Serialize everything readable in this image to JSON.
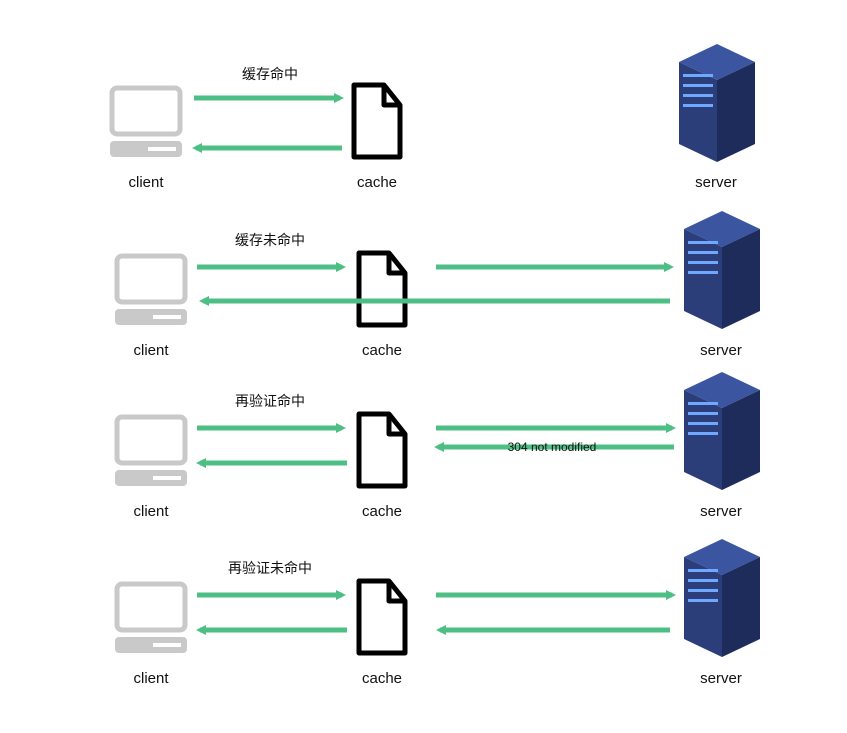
{
  "colors": {
    "arrow": "#4dbf85",
    "client_body": "#c9c9c9",
    "client_screen": "#ffffff",
    "cache_stroke": "#000000",
    "server_front": "#2c3e7a",
    "server_side": "#1e2c5c",
    "server_top": "#3b55a0",
    "server_light": "#6fa8ff"
  },
  "icons": {
    "client": "desktop-computer-icon",
    "cache": "document-file-icon",
    "server": "server-rack-icon"
  },
  "scenarios": [
    {
      "title": "缓存命中",
      "client_label": "client",
      "cache_label": "cache",
      "server_label": "server",
      "note": ""
    },
    {
      "title": "缓存未命中",
      "client_label": "client",
      "cache_label": "cache",
      "server_label": "server",
      "note": ""
    },
    {
      "title": "再验证命中",
      "client_label": "client",
      "cache_label": "cache",
      "server_label": "server",
      "note": "304 not modified"
    },
    {
      "title": "再验证未命中",
      "client_label": "client",
      "cache_label": "cache",
      "server_label": "server",
      "note": ""
    }
  ]
}
